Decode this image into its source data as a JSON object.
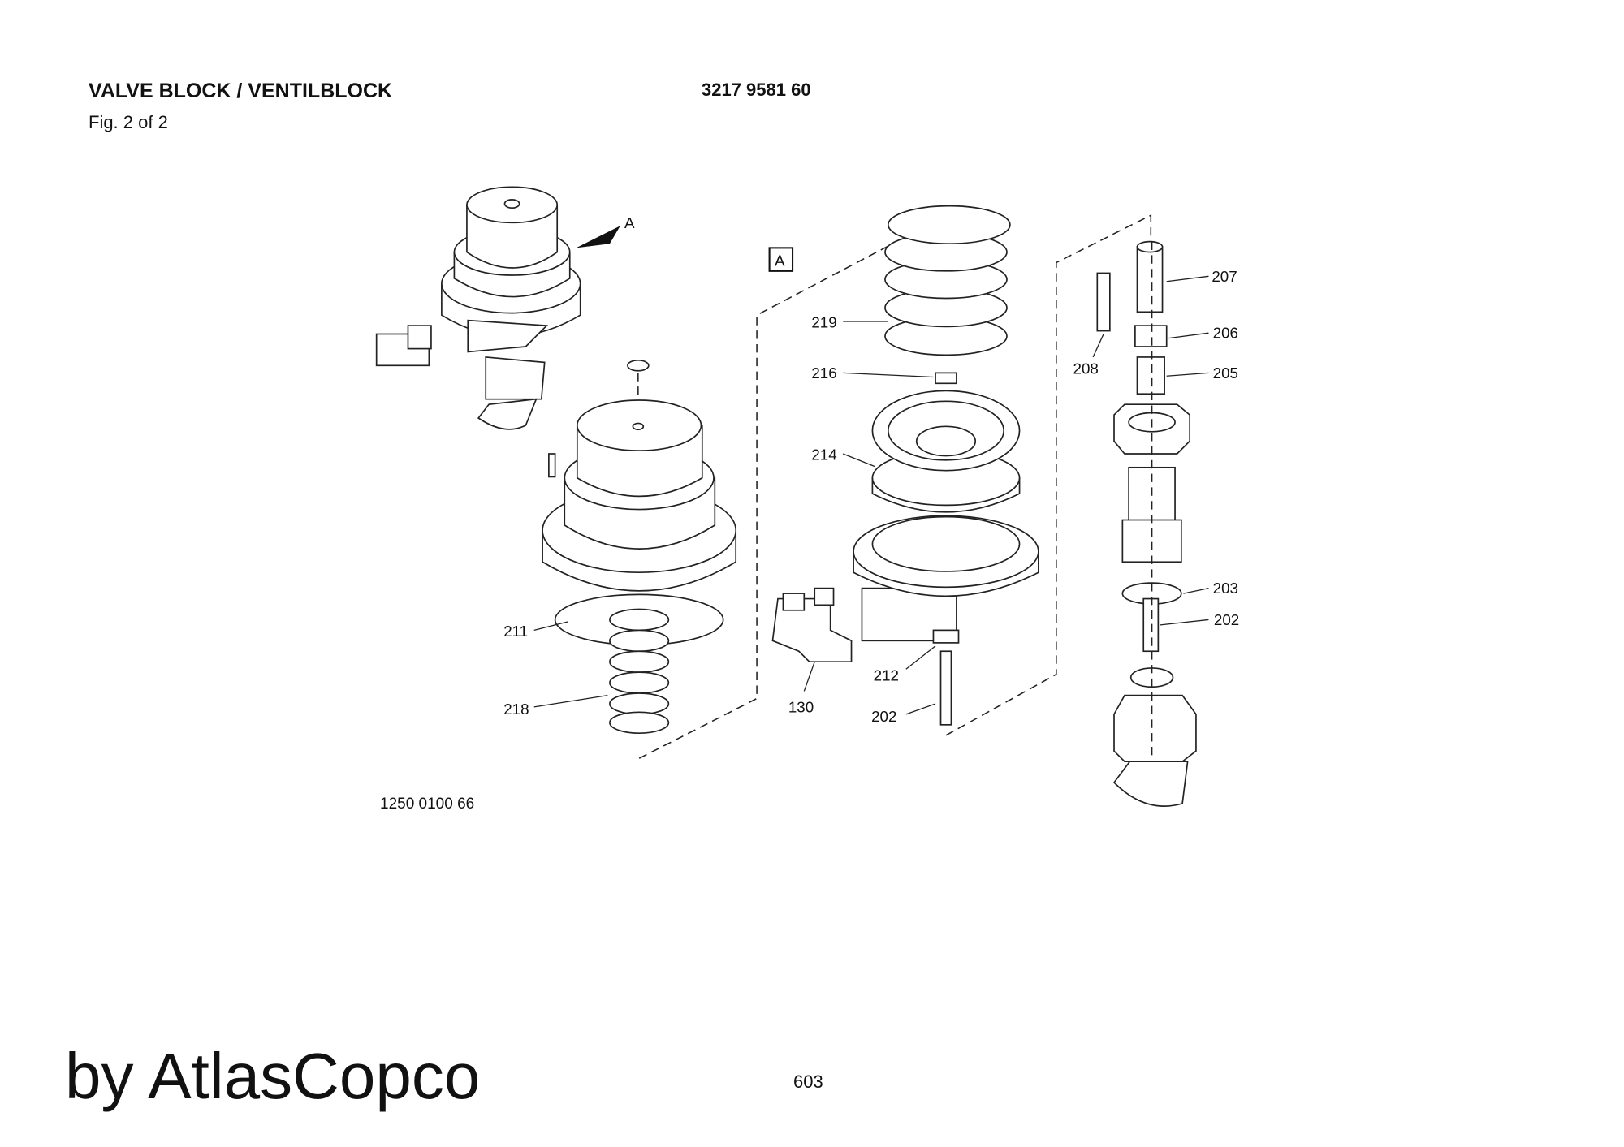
{
  "header": {
    "title": "VALVE BLOCK / VENTILBLOCK",
    "figure": "Fig. 2 of 2",
    "part_number": "3217 9581 60"
  },
  "drawing_number": "1250 0100 66",
  "detail_marker": "A",
  "detail_box": "A",
  "callouts": {
    "c219": "219",
    "c216": "216",
    "c214": "214",
    "c211": "211",
    "c218": "218",
    "c130": "130",
    "c212": "212",
    "c202a": "202",
    "c207": "207",
    "c206": "206",
    "c205": "205",
    "c208": "208",
    "c203": "203",
    "c202b": "202"
  },
  "footer": {
    "brand": "by AtlasCopco",
    "page": "603"
  }
}
